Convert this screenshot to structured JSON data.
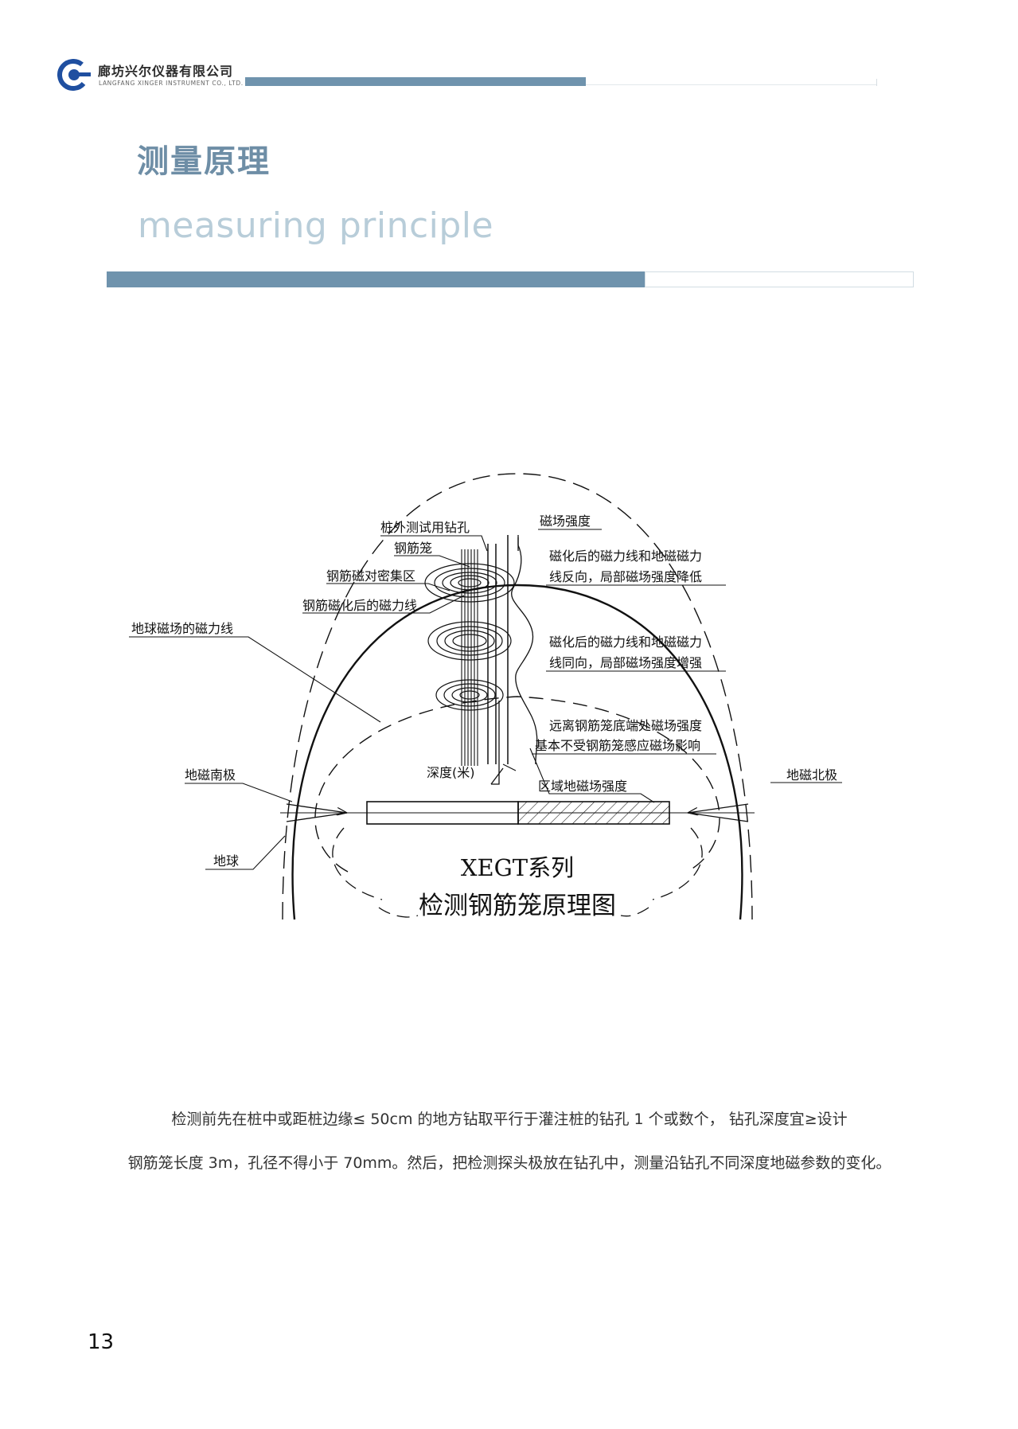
{
  "header": {
    "company_cn": "廊坊兴尔仪器有限公司",
    "company_en": "LANGFANG XINGER INSTRUMENT CO., LTD."
  },
  "section": {
    "title_cn": "测量原理",
    "title_en": "measuring principle"
  },
  "diagram": {
    "labels": {
      "test_hole": "桩外测试用钻孔",
      "rebar_cage": "钢筋笼",
      "dense_zone": "钢筋磁对密集区",
      "magnetized_lines": "钢筋磁化后的磁力线",
      "earth_field_lines": "地球磁场的磁力线",
      "field_strength": "磁场强度",
      "opposite_1": "磁化后的磁力线和地磁磁力",
      "opposite_2": "线反向，局部磁场强度降低",
      "same_1": "磁化后的磁力线和地磁磁力",
      "same_2": "线同向，局部磁场强度增强",
      "far_1": "远离钢筋笼底端处磁场强度",
      "far_2": "基本不受钢筋笼感应磁场影响",
      "depth": "深度(米)",
      "regional_field": "区域地磁场强度",
      "south_pole": "地磁南极",
      "north_pole": "地磁北极",
      "earth": "地球",
      "caption_1": "XEGT系列",
      "caption_2": "检测钢筋笼原理图"
    }
  },
  "body": {
    "paragraph_line_1": "检测前先在桩中或距桩边缘≤ 50cm 的地方钻取平行于灌注桩的钻孔 1 个或数个，  钻孔深度宜≥设计",
    "paragraph_line_2": "钢筋笼长度 3m，孔径不得小于 70mm。然后，把检测探头极放在钻孔中，测量沿钻孔不同深度地磁参数的变化。"
  },
  "page_number": "13",
  "colors": {
    "accent": "#6f93ad",
    "title_cn": "#6e8ea6",
    "title_en": "#b8cdd9"
  }
}
